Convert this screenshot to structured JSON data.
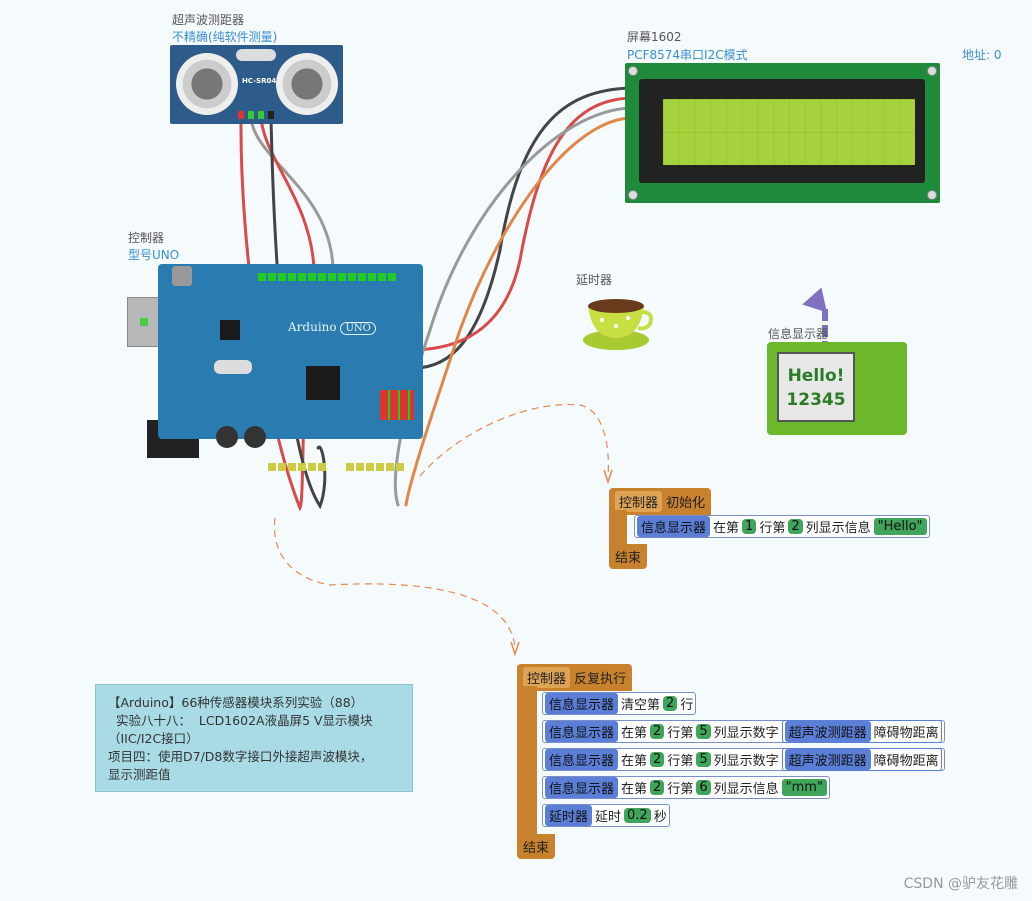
{
  "sensor": {
    "title": "超声波测距器",
    "subtitle": "不精确(纯软件测量)",
    "model": "HC-SR04"
  },
  "lcd": {
    "title": "屏幕1602",
    "subtitle": "PCF8574串口I2C模式",
    "address": "地址: 0"
  },
  "controller": {
    "title": "控制器",
    "subtitle": "型号UNO",
    "board_text": "Arduino",
    "board_badge": "UNO"
  },
  "delay_sprite": {
    "title": "延时器"
  },
  "display_sprite": {
    "title": "信息显示器",
    "line1": "Hello!",
    "line2": "12345"
  },
  "init_block": {
    "hat_obj": "控制器",
    "hat_label": "初始化",
    "stmt": {
      "obj": "信息显示器",
      "t1": "在第",
      "row": "1",
      "t2": "行第",
      "col": "2",
      "t3": "列显示信息",
      "value": "\"Hello\""
    },
    "end": "结束"
  },
  "loop_block": {
    "hat_obj": "控制器",
    "hat_label": "反复执行",
    "s1": {
      "obj": "信息显示器",
      "t1": "清空第",
      "row": "2",
      "t2": "行"
    },
    "s2": {
      "obj": "信息显示器",
      "t1": "在第",
      "row": "2",
      "t2": "行第",
      "col": "5",
      "t3": "列显示数字",
      "sensor": "超声波测距器",
      "prop": "障碍物距离"
    },
    "s3": {
      "obj": "信息显示器",
      "t1": "在第",
      "row": "2",
      "t2": "行第",
      "col": "5",
      "t3": "列显示数字",
      "sensor": "超声波测距器",
      "prop": "障碍物距离"
    },
    "s4": {
      "obj": "信息显示器",
      "t1": "在第",
      "row": "2",
      "t2": "行第",
      "col": "6",
      "t3": "列显示信息",
      "value": "\"mm\""
    },
    "s5": {
      "obj": "延时器",
      "t1": "延时",
      "num": "0.2",
      "t2": "秒"
    },
    "end": "结束"
  },
  "note": {
    "line1": "【Arduino】66种传感器模块系列实验（88）",
    "line2": "  实验八十八：  LCD1602A液晶屏5 V显示模块",
    "line3": "（IIC/I2C接口）",
    "line4": "项目四：使用D7/D8数字接口外接超声波模块，",
    "line5": "显示测距值"
  },
  "watermark": "CSDN @驴友花雕"
}
